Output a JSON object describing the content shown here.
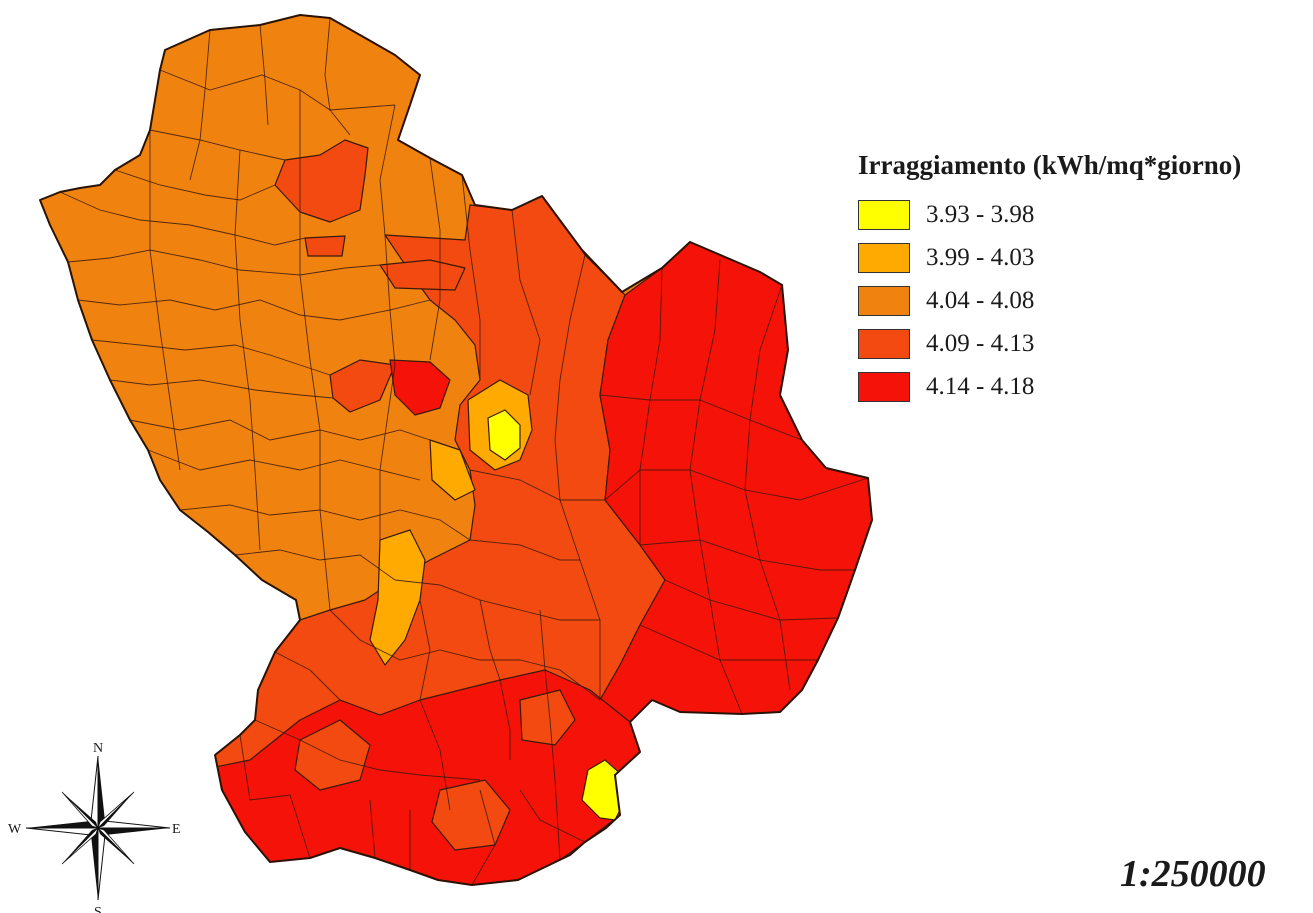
{
  "legend": {
    "title": "Irraggiamento (kWh/mq*giorno)",
    "classes": [
      {
        "label": "3.93 - 3.98",
        "color": "#ffff00"
      },
      {
        "label": "3.99 - 4.03",
        "color": "#ffaa00"
      },
      {
        "label": "4.04 - 4.08",
        "color": "#f08210"
      },
      {
        "label": "4.09 - 4.13",
        "color": "#f24a10"
      },
      {
        "label": "4.14 - 4.18",
        "color": "#f51208"
      }
    ]
  },
  "scale": "1:250000",
  "compass": {
    "n": "N",
    "s": "S",
    "e": "E",
    "w": "W"
  },
  "icons": {
    "compass": "compass-rose-icon"
  }
}
